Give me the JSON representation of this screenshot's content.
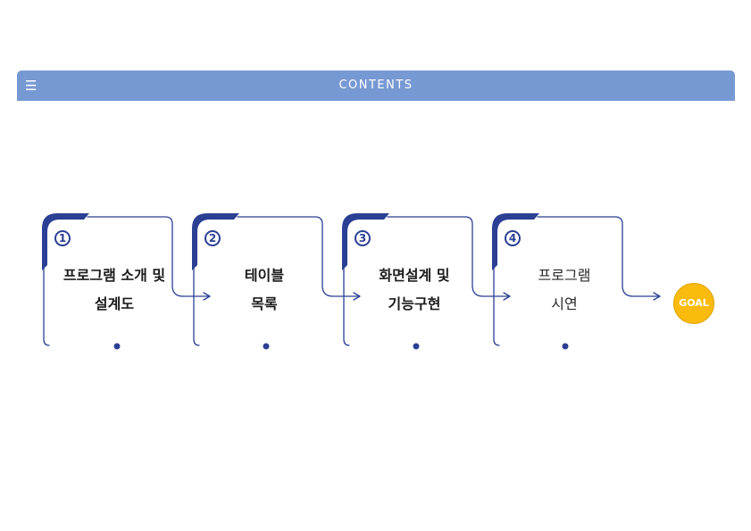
{
  "header": {
    "menu_icon": "hamburger-menu-icon",
    "title": "CONTENTS"
  },
  "steps": [
    {
      "number": "1",
      "line1": "프로그램 소개 및",
      "line2": "설계도"
    },
    {
      "number": "2",
      "line1": "테이블",
      "line2": "목록"
    },
    {
      "number": "3",
      "line1": "화면설계 및",
      "line2": "기능구현"
    },
    {
      "number": "4",
      "line1": "프로그램",
      "line2": "시연"
    }
  ],
  "goal": {
    "label": "GOAL"
  },
  "colors": {
    "header": "#7799d3",
    "accent": "#2b3f94",
    "goal": "#fbbb0c"
  }
}
